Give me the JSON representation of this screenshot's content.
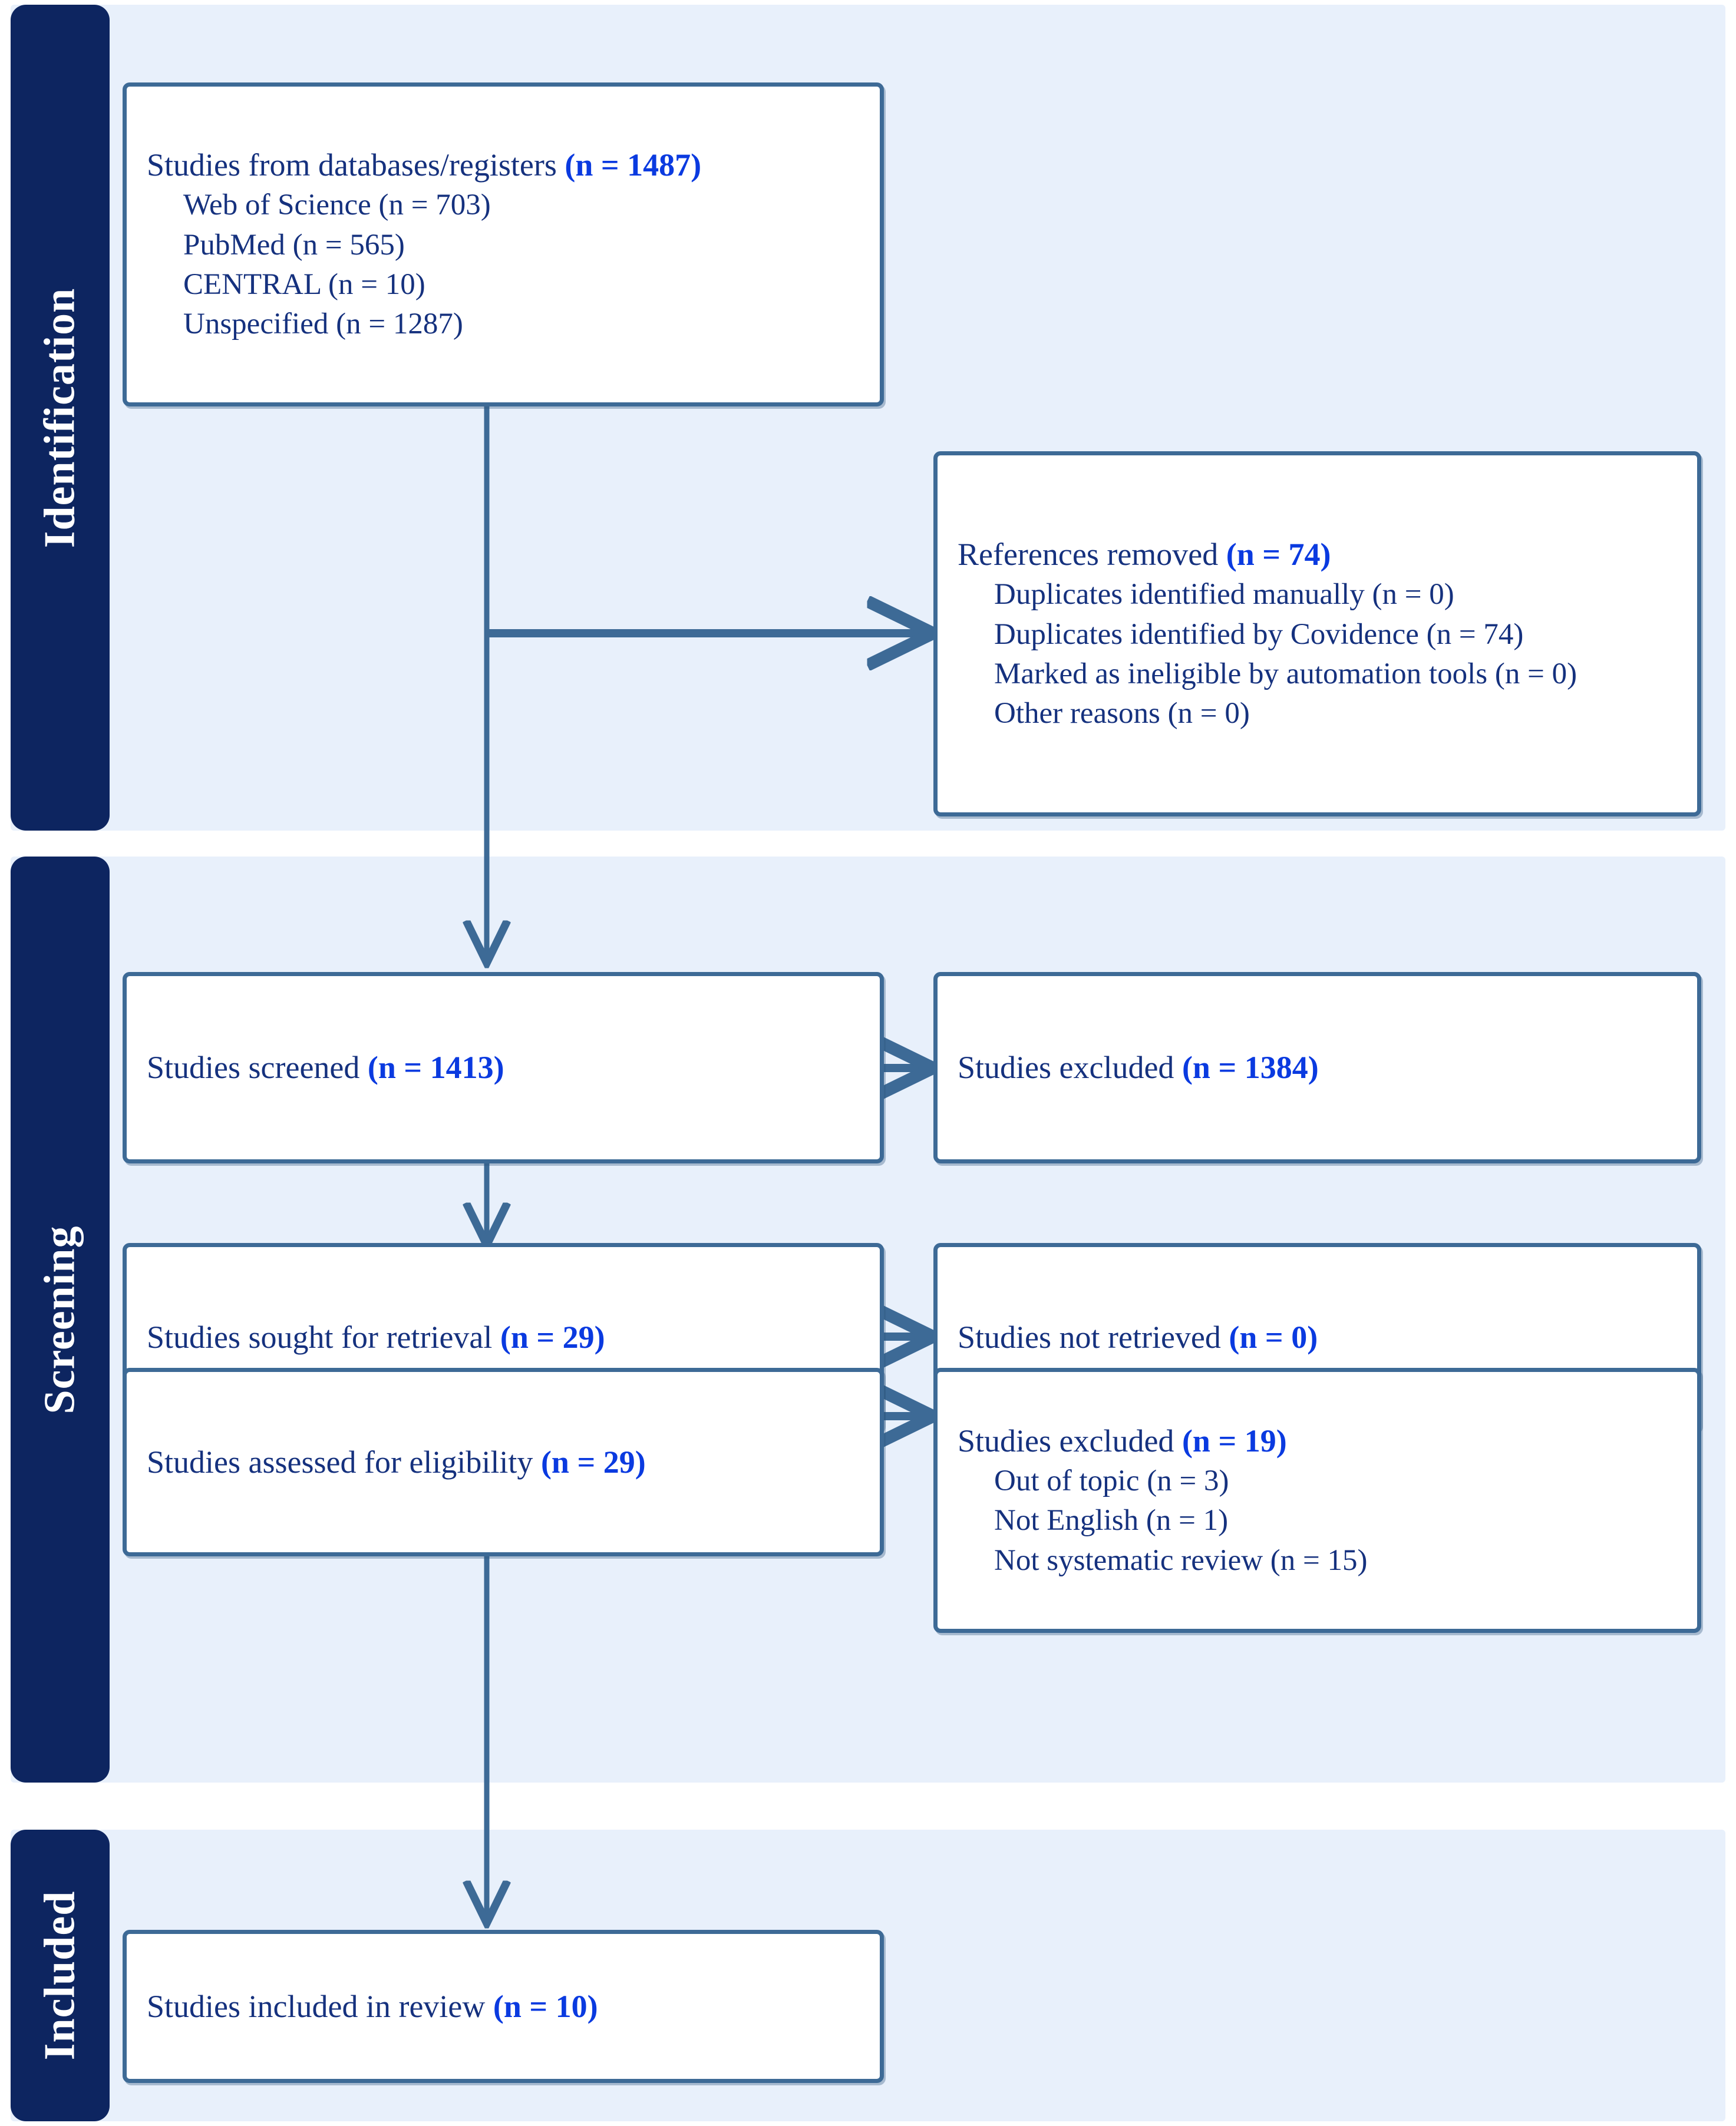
{
  "diagram": {
    "type": "prisma-flow-diagram",
    "accent_navy": "#0d2560",
    "accent_blue_border": "#3d6a96",
    "band_bg": "#e8f0fb",
    "text_navy": "#15317e",
    "count_blue": "#0a3ae0"
  },
  "phases": [
    {
      "id": "identification",
      "label": "Identification"
    },
    {
      "id": "screening",
      "label": "Screening"
    },
    {
      "id": "included",
      "label": "Included"
    }
  ],
  "nodes": {
    "databases": {
      "header_text": "Studies from databases/registers ",
      "header_count": "(n = 1487)",
      "sublines": [
        "Web of Science (n = 703)",
        "PubMed (n = 565)",
        "CENTRAL (n = 10)",
        "Unspecified (n = 1287)"
      ]
    },
    "references_removed": {
      "header_text": "References removed ",
      "header_count": "(n = 74)",
      "sublines": [
        "Duplicates identified manually (n = 0)",
        "Duplicates identified by Covidence (n = 74)",
        "Marked as ineligible by automation tools (n = 0)",
        "Other reasons (n = 0)"
      ]
    },
    "screened": {
      "header_text": "Studies screened ",
      "header_count": "(n = 1413)",
      "sublines": []
    },
    "excluded_screening": {
      "header_text": "Studies excluded ",
      "header_count": "(n = 1384)",
      "sublines": []
    },
    "sought_retrieval": {
      "header_text": "Studies sought for retrieval ",
      "header_count": "(n = 29)",
      "sublines": []
    },
    "not_retrieved": {
      "header_text": "Studies not retrieved ",
      "header_count": "(n = 0)",
      "sublines": []
    },
    "assessed_eligibility": {
      "header_text": "Studies assessed for eligibility ",
      "header_count": "(n = 29)",
      "sublines": []
    },
    "excluded_eligibility": {
      "header_text": "Studies excluded ",
      "header_count": "(n = 19)",
      "sublines": [
        "Out of topic (n = 3)",
        "Not English (n = 1)",
        "Not systematic review (n = 15)"
      ]
    },
    "included_review": {
      "header_text": "Studies included in review ",
      "header_count": "(n = 10)",
      "sublines": []
    }
  },
  "chart_data": {
    "type": "flow",
    "title": "PRISMA 2020 flow diagram",
    "stages": [
      {
        "stage": "Studies from databases/registers",
        "n": 1487,
        "phase": "Identification"
      },
      {
        "stage": "Web of Science",
        "n": 703,
        "phase": "Identification"
      },
      {
        "stage": "PubMed",
        "n": 565,
        "phase": "Identification"
      },
      {
        "stage": "CENTRAL",
        "n": 10,
        "phase": "Identification"
      },
      {
        "stage": "Unspecified",
        "n": 1287,
        "phase": "Identification"
      },
      {
        "stage": "References removed",
        "n": 74,
        "phase": "Identification"
      },
      {
        "stage": "Duplicates identified manually",
        "n": 0,
        "phase": "Identification"
      },
      {
        "stage": "Duplicates identified by Covidence",
        "n": 74,
        "phase": "Identification"
      },
      {
        "stage": "Marked as ineligible by automation tools",
        "n": 0,
        "phase": "Identification"
      },
      {
        "stage": "Other reasons",
        "n": 0,
        "phase": "Identification"
      },
      {
        "stage": "Studies screened",
        "n": 1413,
        "phase": "Screening"
      },
      {
        "stage": "Studies excluded",
        "n": 1384,
        "phase": "Screening"
      },
      {
        "stage": "Studies sought for retrieval",
        "n": 29,
        "phase": "Screening"
      },
      {
        "stage": "Studies not retrieved",
        "n": 0,
        "phase": "Screening"
      },
      {
        "stage": "Studies assessed for eligibility",
        "n": 29,
        "phase": "Screening"
      },
      {
        "stage": "Studies excluded",
        "n": 19,
        "phase": "Screening"
      },
      {
        "stage": "Out of topic",
        "n": 3,
        "phase": "Screening"
      },
      {
        "stage": "Not English",
        "n": 1,
        "phase": "Screening"
      },
      {
        "stage": "Not systematic review",
        "n": 15,
        "phase": "Screening"
      },
      {
        "stage": "Studies included in review",
        "n": 10,
        "phase": "Included"
      }
    ]
  }
}
